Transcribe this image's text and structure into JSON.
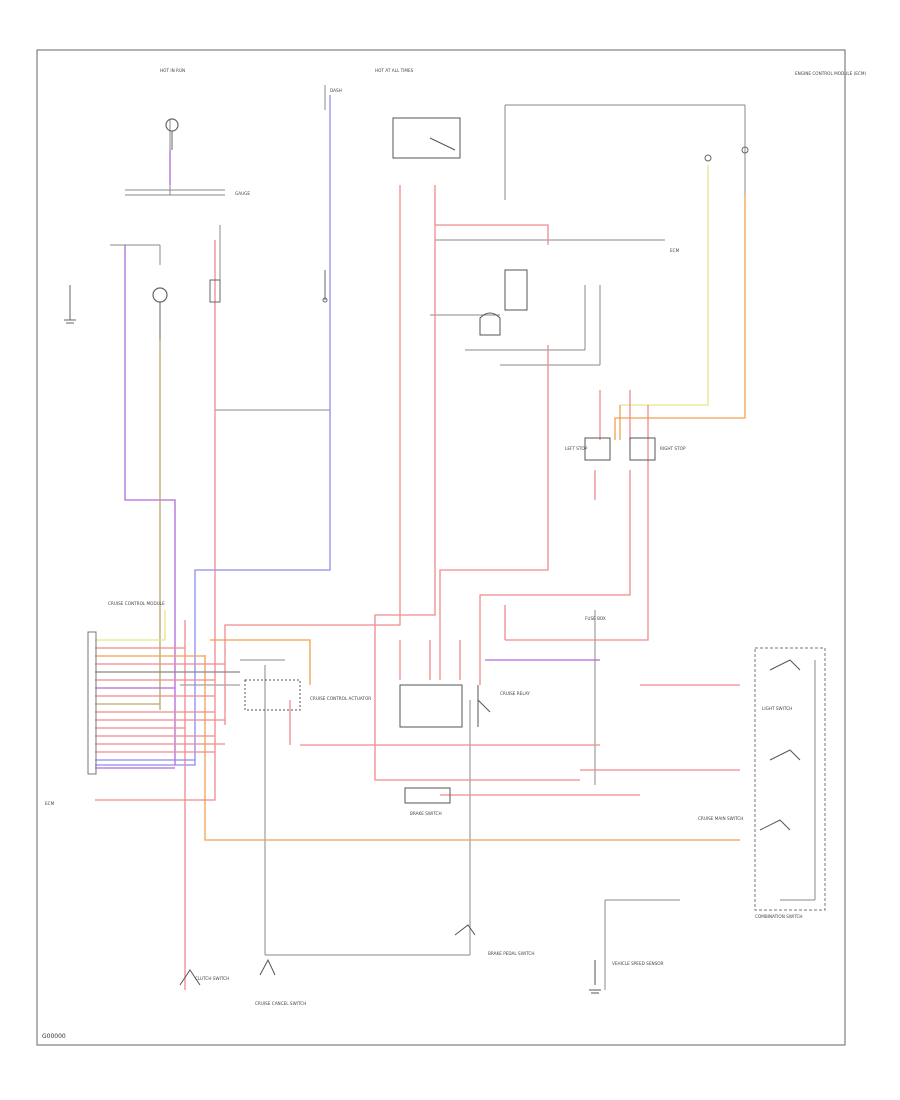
{
  "diagram": {
    "code": "G00000",
    "labels": {
      "hot_in_run_top": "HOT IN RUN",
      "hot_at_all_times": "HOT AT ALL TIMES",
      "ecm_block_name": "ENGINE CONTROL MODULE (ECM)",
      "ecm_connector": "ECM",
      "dash_label": "DASH",
      "cruise_relay": "CRUISE RELAY",
      "brake_switch": "BRAKE SWITCH",
      "ecm_left": "ECM",
      "bottom_switch": "CRUISE CANCEL SWITCH",
      "bottom_mid_switch": "BRAKE PEDAL SWITCH",
      "bottom_left_switch": "CLUTCH SWITCH",
      "bottom_right_sensor": "VEHICLE SPEED SENSOR",
      "light_switch": "LIGHT SWITCH",
      "combination_switch": "COMBINATION SWITCH",
      "cruise_main": "CRUISE MAIN SWITCH",
      "actuator": "CRUISE CONTROL ACTUATOR",
      "left_module": "CRUISE CONTROL MODULE",
      "left_stop": "LEFT STOP",
      "right_stop": "RIGHT STOP",
      "fuse_box": "FUSE BOX",
      "gauge": "GAUGE"
    },
    "wire_colors": {
      "red": "#f08a8a",
      "pink": "#f3b0b0",
      "blue": "#8c8cf0",
      "violet": "#b06ad8",
      "yellow": "#e6e68a",
      "khaki": "#b8a66a",
      "orange": "#f0a050",
      "gray": "#888888",
      "black": "#555555"
    }
  }
}
